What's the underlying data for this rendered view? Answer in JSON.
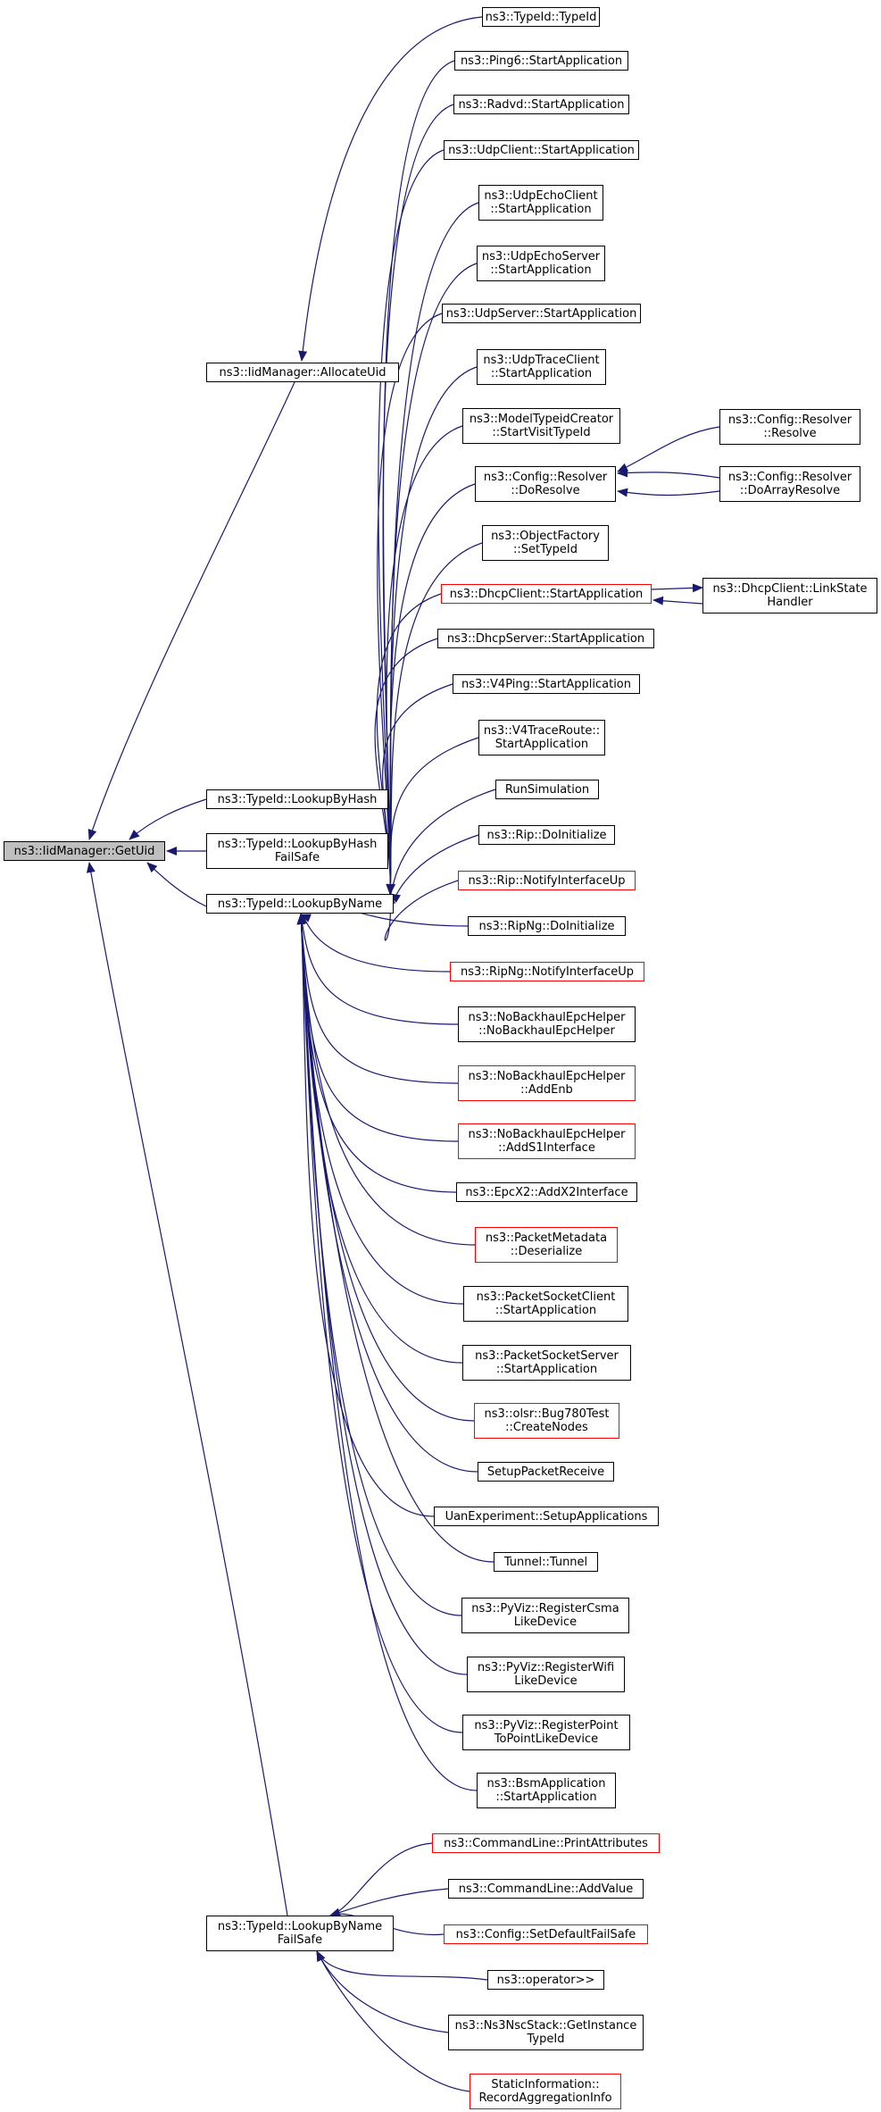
{
  "colors": {
    "edge": "#191970",
    "node_border": "#000000",
    "node_border_warn": "#ff0000",
    "root_fill": "#bfbfbf"
  },
  "nodes": {
    "getuid": "ns3::IidManager::GetUid",
    "allocate_uid": "ns3::IidManager::AllocateUid",
    "lookup_by_hash": "ns3::TypeId::LookupByHash",
    "lookup_by_hash_failsafe": "ns3::TypeId::LookupByHash\nFailSafe",
    "lookup_by_name": "ns3::TypeId::LookupByName",
    "lookup_by_name_failsafe": "ns3::TypeId::LookupByName\nFailSafe",
    "typeid_typeid": "ns3::TypeId::TypeId",
    "ping6_start": "ns3::Ping6::StartApplication",
    "radvd_start": "ns3::Radvd::StartApplication",
    "udpclient_start": "ns3::UdpClient::StartApplication",
    "udpechoclient_start": "ns3::UdpEchoClient\n::StartApplication",
    "udpechoserver_start": "ns3::UdpEchoServer\n::StartApplication",
    "udpserver_start": "ns3::UdpServer::StartApplication",
    "udptraceclient_start": "ns3::UdpTraceClient\n::StartApplication",
    "modeltypeid_start": "ns3::ModelTypeidCreator\n::StartVisitTypeId",
    "config_doresolve": "ns3::Config::Resolver\n::DoResolve",
    "config_resolve": "ns3::Config::Resolver\n::Resolve",
    "config_doarrayresolve": "ns3::Config::Resolver\n::DoArrayResolve",
    "objectfactory_settypeid": "ns3::ObjectFactory\n::SetTypeId",
    "dhcpclient_start": "ns3::DhcpClient::StartApplication",
    "dhcpclient_linkstate": "ns3::DhcpClient::LinkState\nHandler",
    "dhcpserver_start": "ns3::DhcpServer::StartApplication",
    "v4ping_start": "ns3::V4Ping::StartApplication",
    "v4traceroute_start": "ns3::V4TraceRoute::\nStartApplication",
    "runsimulation": "RunSimulation",
    "rip_doinitialize": "ns3::Rip::DoInitialize",
    "rip_notifyup": "ns3::Rip::NotifyInterfaceUp",
    "ripng_doinitialize": "ns3::RipNg::DoInitialize",
    "ripng_notifyup": "ns3::RipNg::NotifyInterfaceUp",
    "nobackhaul_ctor": "ns3::NoBackhaulEpcHelper\n::NoBackhaulEpcHelper",
    "nobackhaul_addenb": "ns3::NoBackhaulEpcHelper\n::AddEnb",
    "nobackhaul_adds1": "ns3::NoBackhaulEpcHelper\n::AddS1Interface",
    "epcx2_addx2": "ns3::EpcX2::AddX2Interface",
    "packetmetadata_deserialize": "ns3::PacketMetadata\n::Deserialize",
    "packetsocketclient_start": "ns3::PacketSocketClient\n::StartApplication",
    "packetsocketserver_start": "ns3::PacketSocketServer\n::StartApplication",
    "olsr_bug780": "ns3::olsr::Bug780Test\n::CreateNodes",
    "setuppacketreceive": "SetupPacketReceive",
    "uanexperiment_setup": "UanExperiment::SetupApplications",
    "tunnel_tunnel": "Tunnel::Tunnel",
    "pyviz_csma": "ns3::PyViz::RegisterCsma\nLikeDevice",
    "pyviz_wifi": "ns3::PyViz::RegisterWifi\nLikeDevice",
    "pyviz_p2p": "ns3::PyViz::RegisterPoint\nToPointLikeDevice",
    "bsmapplication_start": "ns3::BsmApplication\n::StartApplication",
    "commandline_printattributes": "ns3::CommandLine::PrintAttributes",
    "commandline_addvalue": "ns3::CommandLine::AddValue",
    "config_setdefaultfailsafe": "ns3::Config::SetDefaultFailSafe",
    "operator_shift": "ns3::operator>>",
    "ns3nscstack_getinstance": "ns3::Ns3NscStack::GetInstance\nTypeId",
    "staticinformation_record": "StaticInformation::\nRecordAggregationInfo"
  }
}
